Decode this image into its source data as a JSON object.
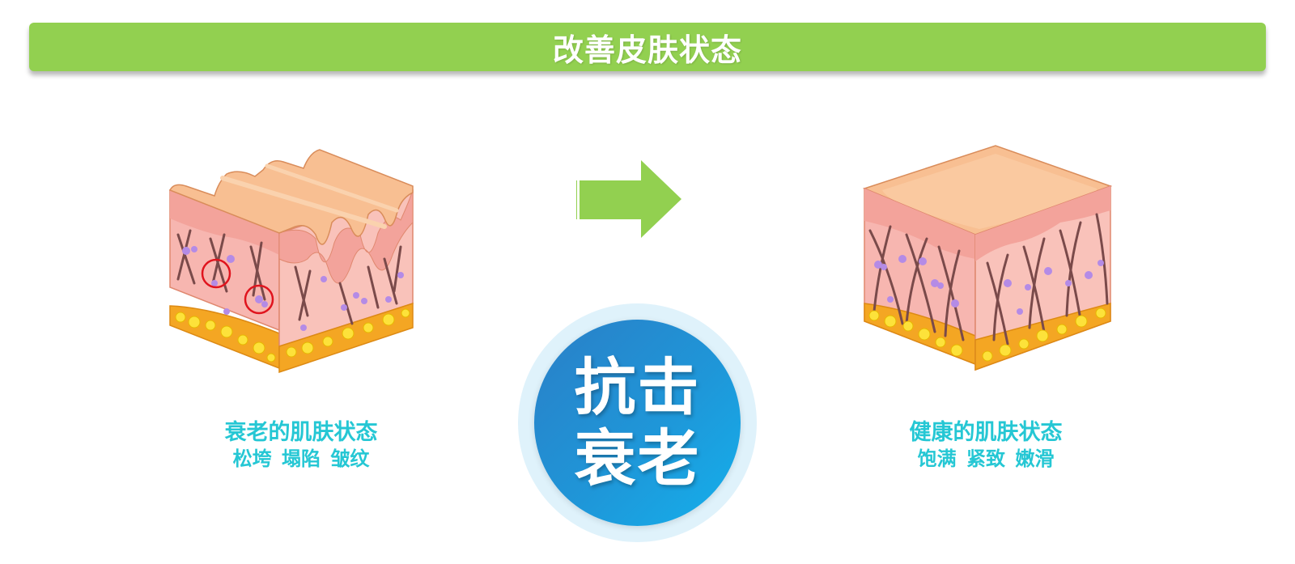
{
  "header": {
    "title": "改善皮肤状态",
    "background_color": "#92d050"
  },
  "aged_skin": {
    "illustration": "wrinkled-skin-cross-section",
    "caption_title": "衰老的肌肤状态",
    "caption_subtitle": "松垮 塌陷 皱纹",
    "highlight_markers": 2
  },
  "transition": {
    "icon": "right-arrow-icon",
    "color": "#92d050"
  },
  "badge": {
    "line1": "抗击",
    "line2": "衰老",
    "gradient_start": "#2a7fc7",
    "gradient_end": "#14b0ec",
    "ring_color": "#dff2fb"
  },
  "healthy_skin": {
    "illustration": "smooth-skin-cross-section",
    "caption_title": "健康的肌肤状态",
    "caption_subtitle": "饱满 紧致 嫩滑"
  },
  "colors": {
    "caption_text": "#25c7d4",
    "skin_top": "#f8bf92",
    "skin_dermis": "#f7b6b0",
    "fat_layer": "#f4a623",
    "fat_cells": "#fde23a",
    "fibers": "#7a4a4a",
    "cells": "#b48be6",
    "marker": "#e0141e"
  }
}
